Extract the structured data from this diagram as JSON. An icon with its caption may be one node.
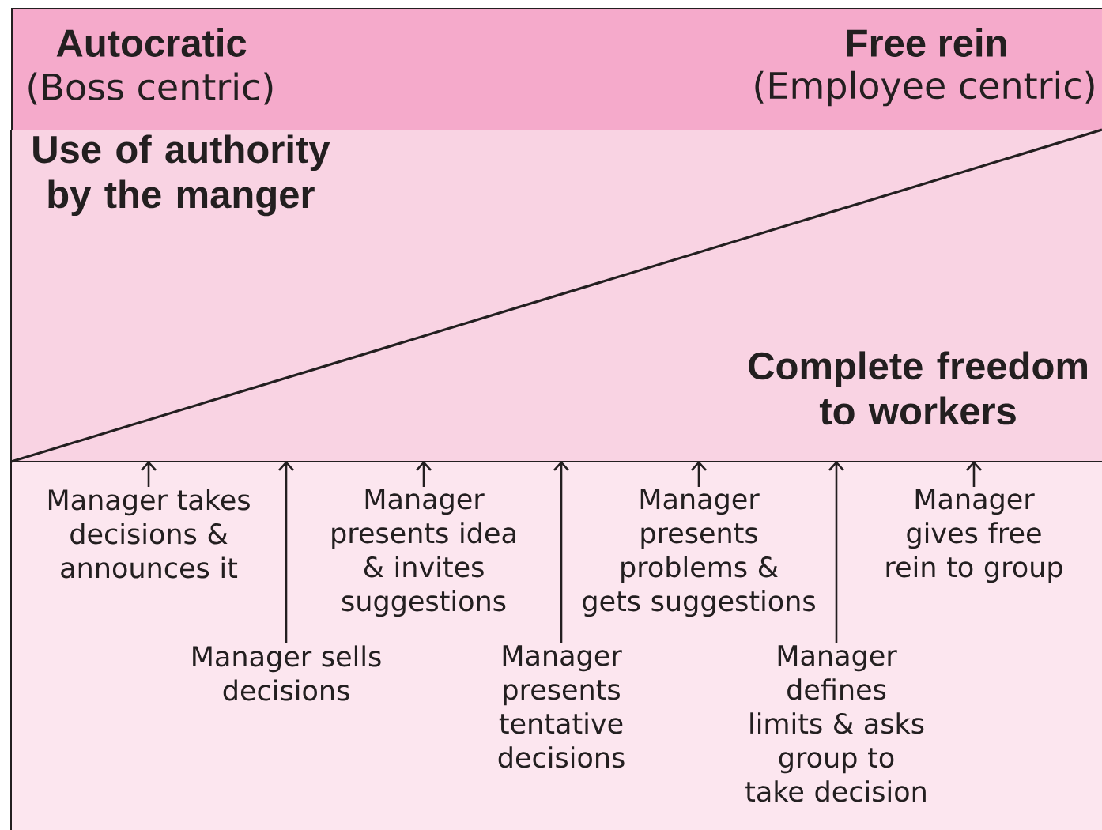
{
  "diagram": {
    "nodes": [
      {
        "text": [
          "Autocratic",
          "(Boss centric)",
          "Free rein",
          "(Employee centric)"
        ]
      },
      {
        "text": [
          "Use of authority by the manger",
          "Complete freedom to workers"
        ]
      },
      {
        "text": [
          "Manager takes decisions & announces it"
        ]
      },
      {
        "text": [
          "Manager sells decisions"
        ]
      },
      {
        "text": [
          "Manager presents idea & invites suggestions"
        ]
      },
      {
        "text": [
          "Manager presents tentative decisions"
        ]
      },
      {
        "text": [
          "Manager presents problems & gets suggestions"
        ]
      },
      {
        "text": [
          "Manager defines limits & asks group to take decision"
        ]
      },
      {
        "text": [
          "Manager gives free rein to group"
        ]
      }
    ],
    "edges": [
      {
        "from": 2,
        "to": 1,
        "arrow": "to"
      },
      {
        "from": 3,
        "to": 1,
        "arrow": "to"
      },
      {
        "from": 4,
        "to": 1,
        "arrow": "to"
      },
      {
        "from": 5,
        "to": 1,
        "arrow": "to"
      },
      {
        "from": 6,
        "to": 1,
        "arrow": "to"
      },
      {
        "from": 7,
        "to": 1,
        "arrow": "to"
      },
      {
        "from": 8,
        "to": 1,
        "arrow": "to"
      }
    ]
  }
}
